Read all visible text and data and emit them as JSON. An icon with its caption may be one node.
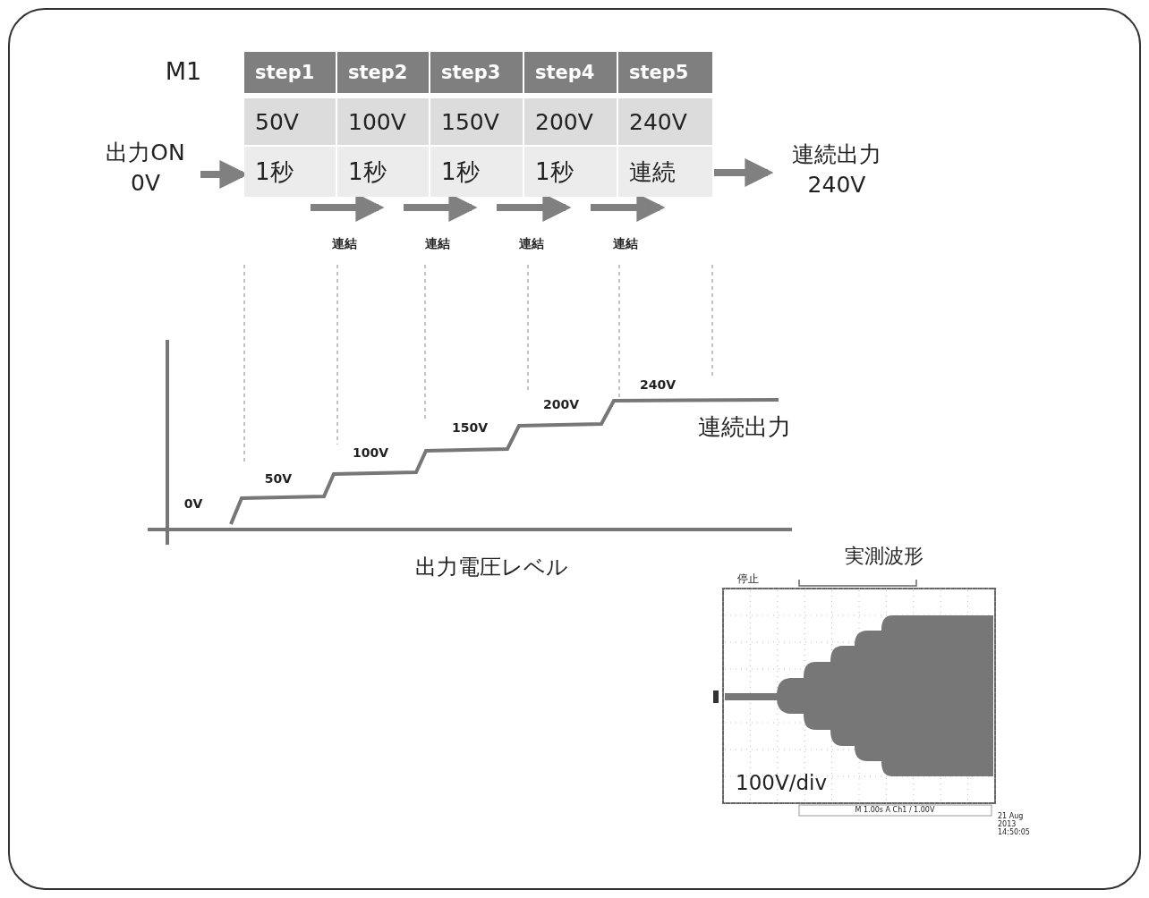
{
  "diagram": {
    "nodes": [
      {
        "text": [
          "出力ON 0V"
        ]
      },
      {
        "text": [
          "step1",
          "50V",
          "1秒"
        ]
      },
      {
        "text": [
          "step2",
          "100V",
          "1秒"
        ]
      },
      {
        "text": [
          "step3",
          "150V",
          "1秒"
        ]
      },
      {
        "text": [
          "step4",
          "200V",
          "1秒"
        ]
      },
      {
        "text": [
          "step5",
          "240V",
          "連続"
        ]
      },
      {
        "text": [
          "連続出力 240V"
        ]
      }
    ],
    "edges": [
      {
        "from": 0,
        "to": 1,
        "arrow": "to"
      },
      {
        "from": 1,
        "to": 2,
        "arrow": "to",
        "label": "連結"
      },
      {
        "from": 2,
        "to": 3,
        "arrow": "to",
        "label": "連結"
      },
      {
        "from": 3,
        "to": 4,
        "arrow": "to",
        "label": "連結"
      },
      {
        "from": 4,
        "to": 5,
        "arrow": "to",
        "label": "連結"
      },
      {
        "from": 5,
        "to": 6,
        "arrow": "to"
      }
    ],
    "labels": [
      "M1",
      "240V",
      "200V",
      "150V",
      "連続出力",
      "100V",
      "50V",
      "0V",
      "出力電圧レベル",
      "実測波形",
      "停止",
      "100V/div",
      "M 1.00s A Ch1 / 1.00V",
      "21 Aug 2013 14:50:05"
    ]
  }
}
